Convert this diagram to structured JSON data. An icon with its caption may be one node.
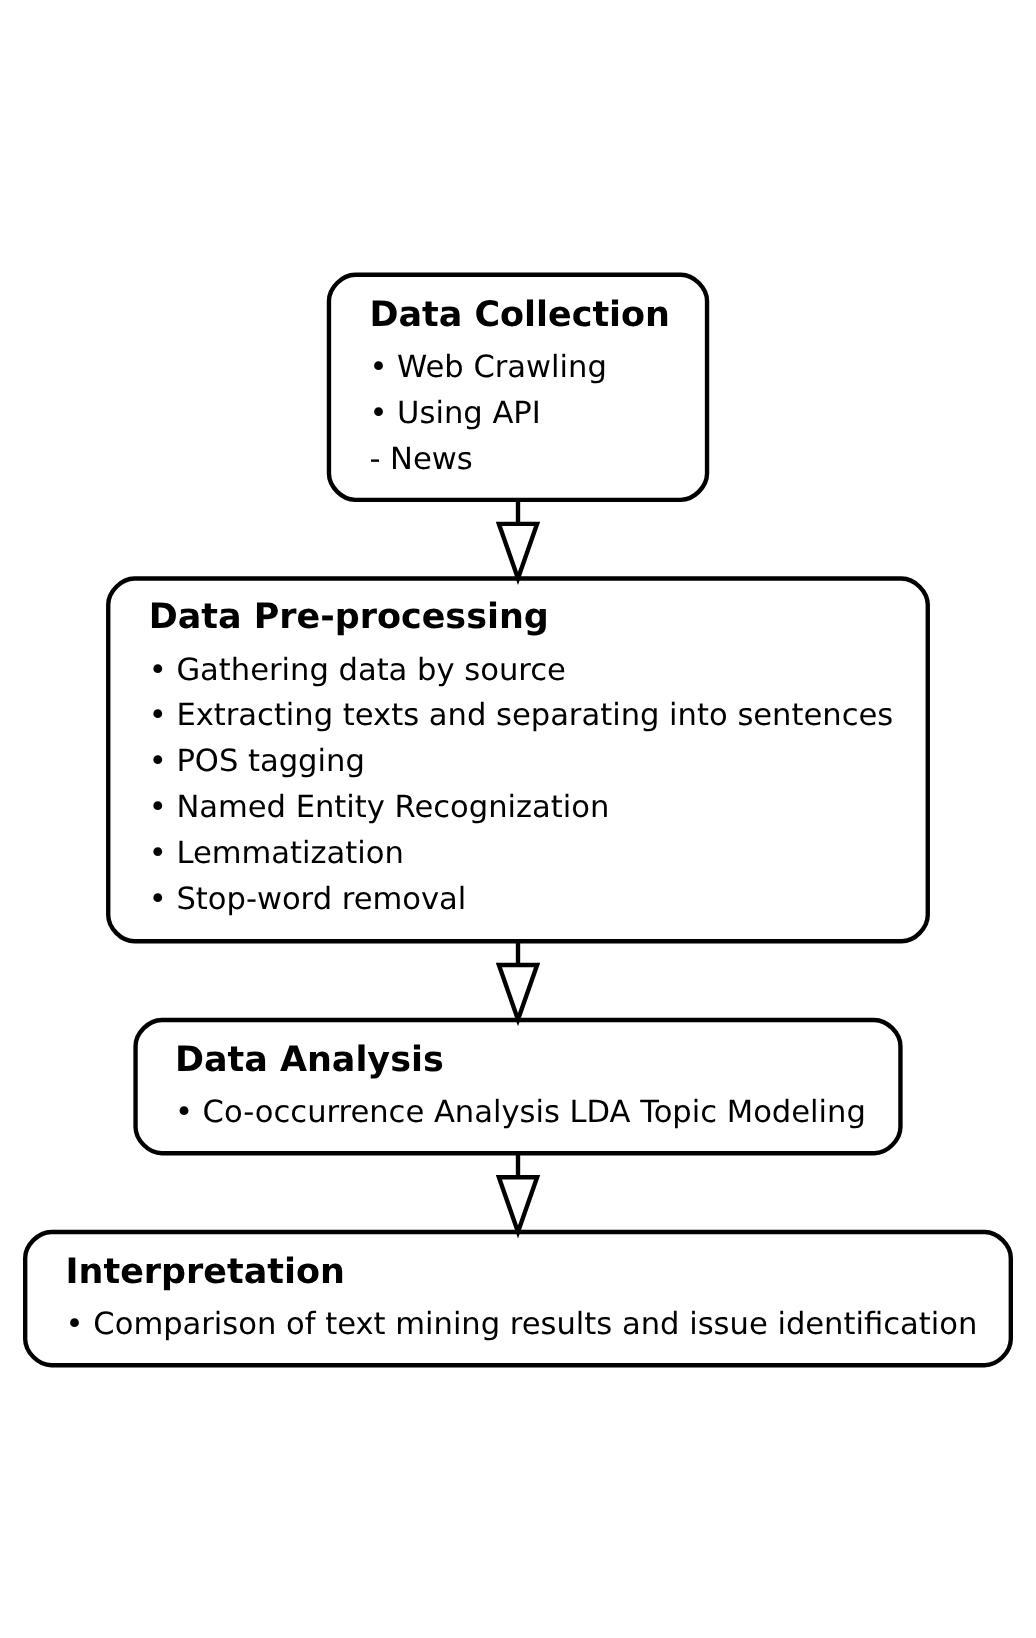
{
  "diagram": {
    "nodes": [
      {
        "text": [
          "Data Collection",
          "• Web Crawling",
          "• Using API",
          "- News"
        ]
      },
      {
        "text": [
          "Data Pre-processing",
          "• Gathering data by source",
          "• Extracting texts and separating into sentences",
          "• POS tagging",
          "• Named Entity Recognization",
          "• Lemmatization",
          "• Stop-word removal"
        ]
      },
      {
        "text": [
          "Data Analysis",
          "• Co-occurrence Analysis LDA Topic Modeling"
        ]
      },
      {
        "text": [
          "Interpretation",
          "• Comparison of text mining results and issue identification"
        ]
      }
    ],
    "edges": [
      {
        "from": 0,
        "to": 1,
        "arrow": "to"
      },
      {
        "from": 1,
        "to": 2,
        "arrow": "to"
      },
      {
        "from": 2,
        "to": 3,
        "arrow": "to"
      }
    ]
  }
}
